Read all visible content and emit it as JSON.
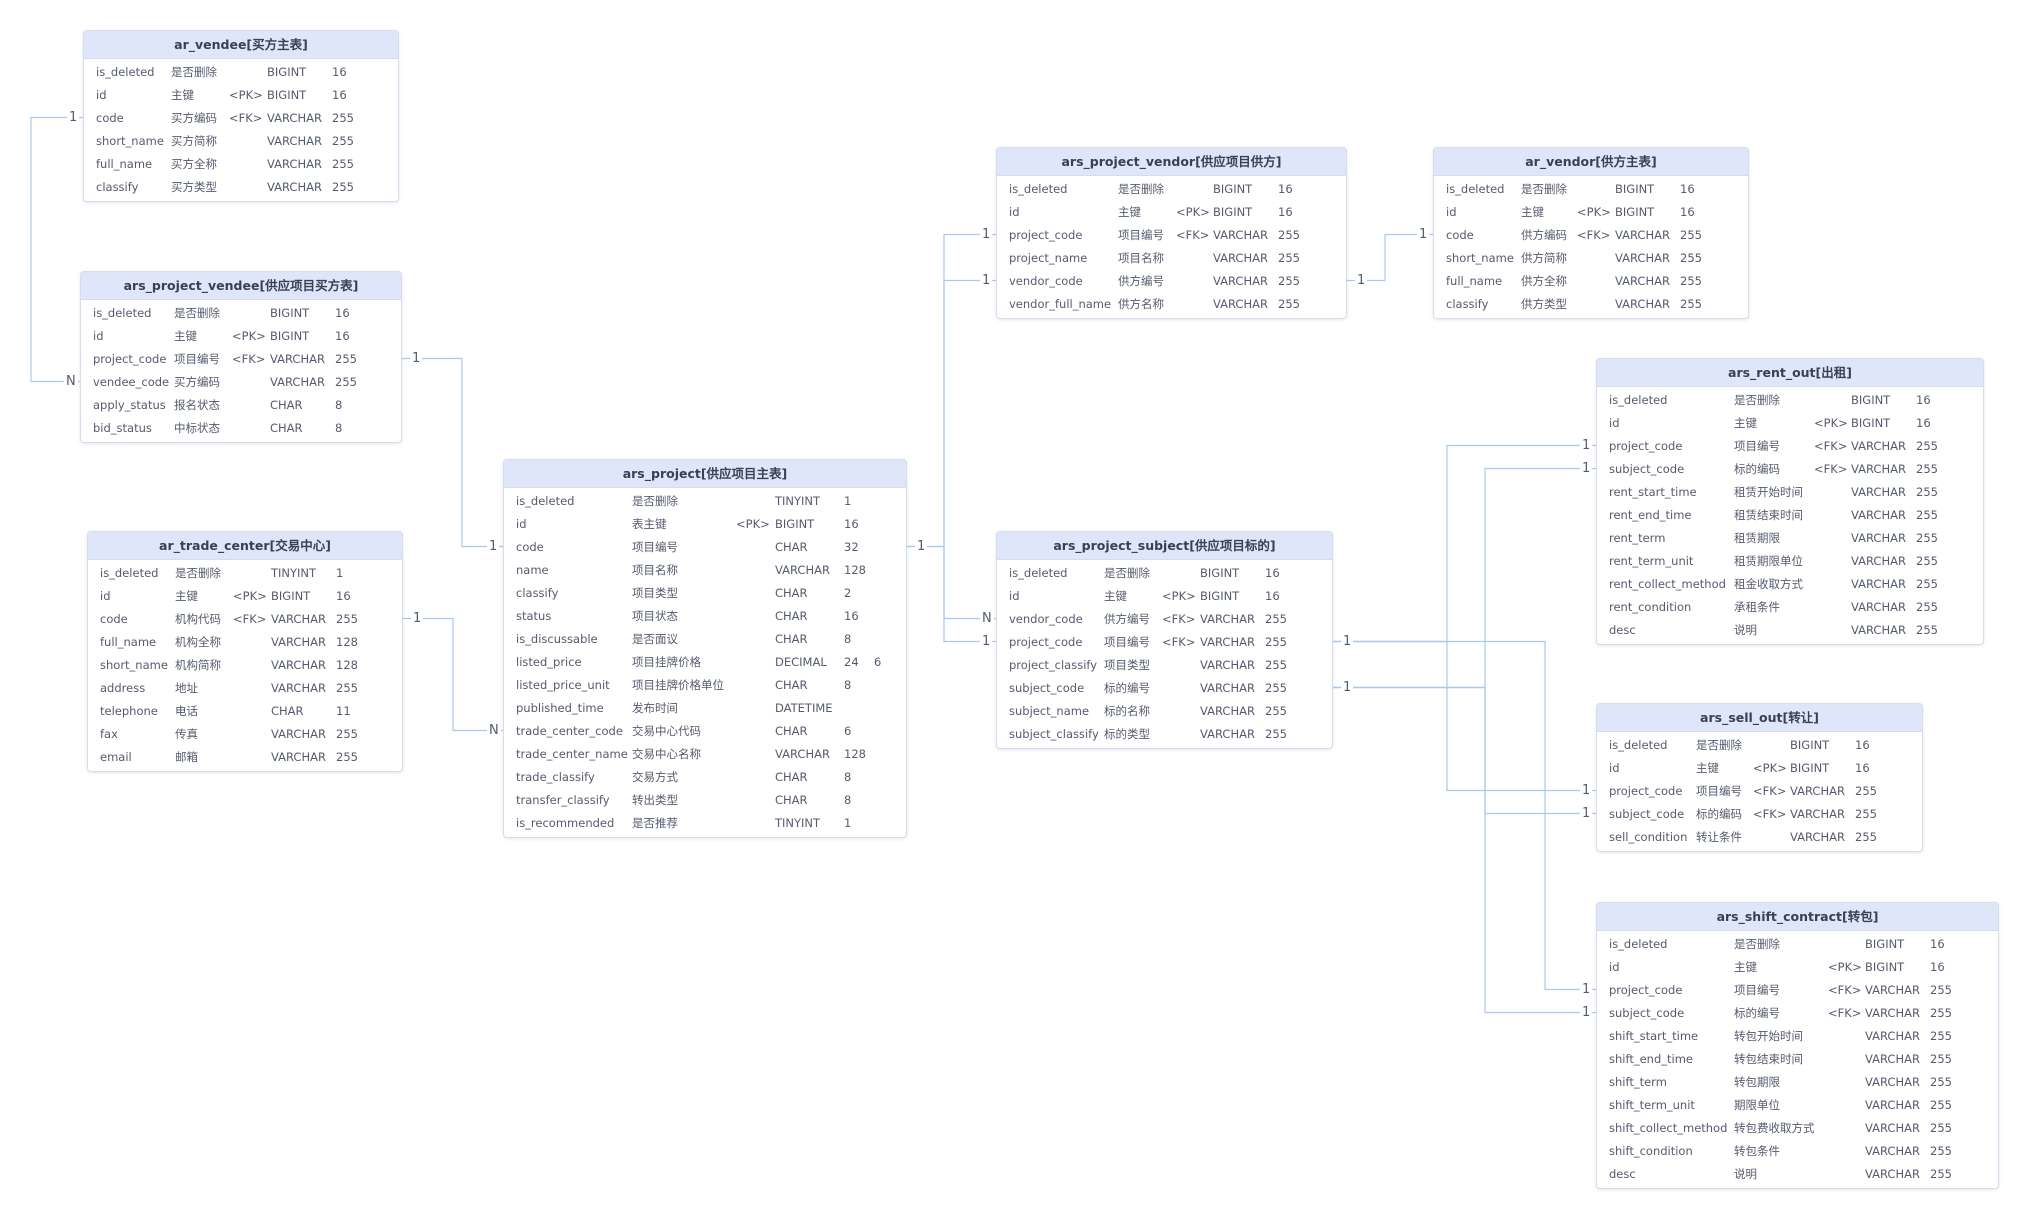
{
  "tables": [
    {
      "id": "ar_vendee",
      "title": "ar_vendee[买方主表]",
      "rows": [
        {
          "name": "is_deleted",
          "comment": "是否删除",
          "key": "",
          "type": "BIGINT",
          "len": "16",
          "scale": ""
        },
        {
          "name": "id",
          "comment": "主键",
          "key": "<PK>",
          "type": "BIGINT",
          "len": "16",
          "scale": ""
        },
        {
          "name": "code",
          "comment": "买方编码",
          "key": "<FK>",
          "type": "VARCHAR",
          "len": "255",
          "scale": ""
        },
        {
          "name": "short_name",
          "comment": "买方简称",
          "key": "",
          "type": "VARCHAR",
          "len": "255",
          "scale": ""
        },
        {
          "name": "full_name",
          "comment": "买方全称",
          "key": "",
          "type": "VARCHAR",
          "len": "255",
          "scale": ""
        },
        {
          "name": "classify",
          "comment": "买方类型",
          "key": "",
          "type": "VARCHAR",
          "len": "255",
          "scale": ""
        }
      ]
    },
    {
      "id": "ars_project_vendee",
      "title": "ars_project_vendee[供应项目买方表]",
      "rows": [
        {
          "name": "is_deleted",
          "comment": "是否删除",
          "key": "",
          "type": "BIGINT",
          "len": "16",
          "scale": ""
        },
        {
          "name": "id",
          "comment": "主键",
          "key": "<PK>",
          "type": "BIGINT",
          "len": "16",
          "scale": ""
        },
        {
          "name": "project_code",
          "comment": "项目编号",
          "key": "<FK>",
          "type": "VARCHAR",
          "len": "255",
          "scale": ""
        },
        {
          "name": "vendee_code",
          "comment": "买方编码",
          "key": "",
          "type": "VARCHAR",
          "len": "255",
          "scale": ""
        },
        {
          "name": "apply_status",
          "comment": "报名状态",
          "key": "",
          "type": "CHAR",
          "len": "8",
          "scale": ""
        },
        {
          "name": "bid_status",
          "comment": "中标状态",
          "key": "",
          "type": "CHAR",
          "len": "8",
          "scale": ""
        }
      ]
    },
    {
      "id": "ar_trade_center",
      "title": "ar_trade_center[交易中心]",
      "rows": [
        {
          "name": "is_deleted",
          "comment": "是否删除",
          "key": "",
          "type": "TINYINT",
          "len": "1",
          "scale": ""
        },
        {
          "name": "id",
          "comment": "主键",
          "key": "<PK>",
          "type": "BIGINT",
          "len": "16",
          "scale": ""
        },
        {
          "name": "code",
          "comment": "机构代码",
          "key": "<FK>",
          "type": "VARCHAR",
          "len": "255",
          "scale": ""
        },
        {
          "name": "full_name",
          "comment": "机构全称",
          "key": "",
          "type": "VARCHAR",
          "len": "128",
          "scale": ""
        },
        {
          "name": "short_name",
          "comment": "机构简称",
          "key": "",
          "type": "VARCHAR",
          "len": "128",
          "scale": ""
        },
        {
          "name": "address",
          "comment": "地址",
          "key": "",
          "type": "VARCHAR",
          "len": "255",
          "scale": ""
        },
        {
          "name": "telephone",
          "comment": "电话",
          "key": "",
          "type": "CHAR",
          "len": "11",
          "scale": ""
        },
        {
          "name": "fax",
          "comment": "传真",
          "key": "",
          "type": "VARCHAR",
          "len": "255",
          "scale": ""
        },
        {
          "name": "email",
          "comment": "邮箱",
          "key": "",
          "type": "VARCHAR",
          "len": "255",
          "scale": ""
        }
      ]
    },
    {
      "id": "ars_project",
      "title": "ars_project[供应项目主表]",
      "rows": [
        {
          "name": "is_deleted",
          "comment": "是否删除",
          "key": "",
          "type": "TINYINT",
          "len": "1",
          "scale": ""
        },
        {
          "name": "id",
          "comment": "表主键",
          "key": "<PK>",
          "type": "BIGINT",
          "len": "16",
          "scale": ""
        },
        {
          "name": "code",
          "comment": "项目编号",
          "key": "",
          "type": "CHAR",
          "len": "32",
          "scale": ""
        },
        {
          "name": "name",
          "comment": "项目名称",
          "key": "",
          "type": "VARCHAR",
          "len": "128",
          "scale": ""
        },
        {
          "name": "classify",
          "comment": "项目类型",
          "key": "",
          "type": "CHAR",
          "len": "2",
          "scale": ""
        },
        {
          "name": "status",
          "comment": "项目状态",
          "key": "",
          "type": "CHAR",
          "len": "16",
          "scale": ""
        },
        {
          "name": "is_discussable",
          "comment": "是否面议",
          "key": "",
          "type": "CHAR",
          "len": "8",
          "scale": ""
        },
        {
          "name": "listed_price",
          "comment": "项目挂牌价格",
          "key": "",
          "type": "DECIMAL",
          "len": "24",
          "scale": "6"
        },
        {
          "name": "listed_price_unit",
          "comment": "项目挂牌价格单位",
          "key": "",
          "type": "CHAR",
          "len": "8",
          "scale": ""
        },
        {
          "name": "published_time",
          "comment": "发布时间",
          "key": "",
          "type": "DATETIME",
          "len": "",
          "scale": ""
        },
        {
          "name": "trade_center_code",
          "comment": "交易中心代码",
          "key": "",
          "type": "CHAR",
          "len": "6",
          "scale": ""
        },
        {
          "name": "trade_center_name",
          "comment": "交易中心名称",
          "key": "",
          "type": "VARCHAR",
          "len": "128",
          "scale": ""
        },
        {
          "name": "trade_classify",
          "comment": "交易方式",
          "key": "",
          "type": "CHAR",
          "len": "8",
          "scale": ""
        },
        {
          "name": "transfer_classify",
          "comment": "转出类型",
          "key": "",
          "type": "CHAR",
          "len": "8",
          "scale": ""
        },
        {
          "name": "is_recommended",
          "comment": "是否推荐",
          "key": "",
          "type": "TINYINT",
          "len": "1",
          "scale": ""
        }
      ]
    },
    {
      "id": "ars_project_vendor",
      "title": "ars_project_vendor[供应项目供方]",
      "rows": [
        {
          "name": "is_deleted",
          "comment": "是否删除",
          "key": "",
          "type": "BIGINT",
          "len": "16",
          "scale": ""
        },
        {
          "name": "id",
          "comment": "主键",
          "key": "<PK>",
          "type": "BIGINT",
          "len": "16",
          "scale": ""
        },
        {
          "name": "project_code",
          "comment": "项目编号",
          "key": "<FK>",
          "type": "VARCHAR",
          "len": "255",
          "scale": ""
        },
        {
          "name": "project_name",
          "comment": "项目名称",
          "key": "",
          "type": "VARCHAR",
          "len": "255",
          "scale": ""
        },
        {
          "name": "vendor_code",
          "comment": "供方编号",
          "key": "",
          "type": "VARCHAR",
          "len": "255",
          "scale": ""
        },
        {
          "name": "vendor_full_name",
          "comment": "供方名称",
          "key": "",
          "type": "VARCHAR",
          "len": "255",
          "scale": ""
        }
      ]
    },
    {
      "id": "ar_vendor",
      "title": "ar_vendor[供方主表]",
      "rows": [
        {
          "name": "is_deleted",
          "comment": "是否删除",
          "key": "",
          "type": "BIGINT",
          "len": "16",
          "scale": ""
        },
        {
          "name": "id",
          "comment": "主键",
          "key": "<PK>",
          "type": "BIGINT",
          "len": "16",
          "scale": ""
        },
        {
          "name": "code",
          "comment": "供方编码",
          "key": "<FK>",
          "type": "VARCHAR",
          "len": "255",
          "scale": ""
        },
        {
          "name": "short_name",
          "comment": "供方简称",
          "key": "",
          "type": "VARCHAR",
          "len": "255",
          "scale": ""
        },
        {
          "name": "full_name",
          "comment": "供方全称",
          "key": "",
          "type": "VARCHAR",
          "len": "255",
          "scale": ""
        },
        {
          "name": "classify",
          "comment": "供方类型",
          "key": "",
          "type": "VARCHAR",
          "len": "255",
          "scale": ""
        }
      ]
    },
    {
      "id": "ars_project_subject",
      "title": "ars_project_subject[供应项目标的]",
      "rows": [
        {
          "name": "is_deleted",
          "comment": "是否删除",
          "key": "",
          "type": "BIGINT",
          "len": "16",
          "scale": ""
        },
        {
          "name": "id",
          "comment": "主键",
          "key": "<PK>",
          "type": "BIGINT",
          "len": "16",
          "scale": ""
        },
        {
          "name": "vendor_code",
          "comment": "供方编号",
          "key": "<FK>",
          "type": "VARCHAR",
          "len": "255",
          "scale": ""
        },
        {
          "name": "project_code",
          "comment": "项目编号",
          "key": "<FK>",
          "type": "VARCHAR",
          "len": "255",
          "scale": ""
        },
        {
          "name": "project_classify",
          "comment": "项目类型",
          "key": "",
          "type": "VARCHAR",
          "len": "255",
          "scale": ""
        },
        {
          "name": "subject_code",
          "comment": "标的编号",
          "key": "",
          "type": "VARCHAR",
          "len": "255",
          "scale": ""
        },
        {
          "name": "subject_name",
          "comment": "标的名称",
          "key": "",
          "type": "VARCHAR",
          "len": "255",
          "scale": ""
        },
        {
          "name": "subject_classify",
          "comment": "标的类型",
          "key": "",
          "type": "VARCHAR",
          "len": "255",
          "scale": ""
        }
      ]
    },
    {
      "id": "ars_rent_out",
      "title": "ars_rent_out[出租]",
      "rows": [
        {
          "name": "is_deleted",
          "comment": "是否删除",
          "key": "",
          "type": "BIGINT",
          "len": "16",
          "scale": ""
        },
        {
          "name": "id",
          "comment": "主键",
          "key": "<PK>",
          "type": "BIGINT",
          "len": "16",
          "scale": ""
        },
        {
          "name": "project_code",
          "comment": "项目编号",
          "key": "<FK>",
          "type": "VARCHAR",
          "len": "255",
          "scale": ""
        },
        {
          "name": "subject_code",
          "comment": "标的编码",
          "key": "<FK>",
          "type": "VARCHAR",
          "len": "255",
          "scale": ""
        },
        {
          "name": "rent_start_time",
          "comment": "租赁开始时间",
          "key": "",
          "type": "VARCHAR",
          "len": "255",
          "scale": ""
        },
        {
          "name": "rent_end_time",
          "comment": "租赁结束时间",
          "key": "",
          "type": "VARCHAR",
          "len": "255",
          "scale": ""
        },
        {
          "name": "rent_term",
          "comment": "租赁期限",
          "key": "",
          "type": "VARCHAR",
          "len": "255",
          "scale": ""
        },
        {
          "name": "rent_term_unit",
          "comment": "租赁期限单位",
          "key": "",
          "type": "VARCHAR",
          "len": "255",
          "scale": ""
        },
        {
          "name": "rent_collect_method",
          "comment": "租金收取方式",
          "key": "",
          "type": "VARCHAR",
          "len": "255",
          "scale": ""
        },
        {
          "name": "rent_condition",
          "comment": "承租条件",
          "key": "",
          "type": "VARCHAR",
          "len": "255",
          "scale": ""
        },
        {
          "name": "desc",
          "comment": "说明",
          "key": "",
          "type": "VARCHAR",
          "len": "255",
          "scale": ""
        }
      ]
    },
    {
      "id": "ars_sell_out",
      "title": "ars_sell_out[转让]",
      "rows": [
        {
          "name": "is_deleted",
          "comment": "是否删除",
          "key": "",
          "type": "BIGINT",
          "len": "16",
          "scale": ""
        },
        {
          "name": "id",
          "comment": "主键",
          "key": "<PK>",
          "type": "BIGINT",
          "len": "16",
          "scale": ""
        },
        {
          "name": "project_code",
          "comment": "项目编号",
          "key": "<FK>",
          "type": "VARCHAR",
          "len": "255",
          "scale": ""
        },
        {
          "name": "subject_code",
          "comment": "标的编码",
          "key": "<FK>",
          "type": "VARCHAR",
          "len": "255",
          "scale": ""
        },
        {
          "name": "sell_condition",
          "comment": "转让条件",
          "key": "",
          "type": "VARCHAR",
          "len": "255",
          "scale": ""
        }
      ]
    },
    {
      "id": "ars_shift_contract",
      "title": "ars_shift_contract[转包]",
      "rows": [
        {
          "name": "is_deleted",
          "comment": "是否删除",
          "key": "",
          "type": "BIGINT",
          "len": "16",
          "scale": ""
        },
        {
          "name": "id",
          "comment": "主键",
          "key": "<PK>",
          "type": "BIGINT",
          "len": "16",
          "scale": ""
        },
        {
          "name": "project_code",
          "comment": "项目编号",
          "key": "<FK>",
          "type": "VARCHAR",
          "len": "255",
          "scale": ""
        },
        {
          "name": "subject_code",
          "comment": "标的编号",
          "key": "<FK>",
          "type": "VARCHAR",
          "len": "255",
          "scale": ""
        },
        {
          "name": "shift_start_time",
          "comment": "转包开始时间",
          "key": "",
          "type": "VARCHAR",
          "len": "255",
          "scale": ""
        },
        {
          "name": "shift_end_time",
          "comment": "转包结束时间",
          "key": "",
          "type": "VARCHAR",
          "len": "255",
          "scale": ""
        },
        {
          "name": "shift_term",
          "comment": "转包期限",
          "key": "",
          "type": "VARCHAR",
          "len": "255",
          "scale": ""
        },
        {
          "name": "shift_term_unit",
          "comment": "期限单位",
          "key": "",
          "type": "VARCHAR",
          "len": "255",
          "scale": ""
        },
        {
          "name": "shift_collect_method",
          "comment": "转包费收取方式",
          "key": "",
          "type": "VARCHAR",
          "len": "255",
          "scale": ""
        },
        {
          "name": "shift_condition",
          "comment": "转包条件",
          "key": "",
          "type": "VARCHAR",
          "len": "255",
          "scale": ""
        },
        {
          "name": "desc",
          "comment": "说明",
          "key": "",
          "type": "VARCHAR",
          "len": "255",
          "scale": ""
        }
      ]
    }
  ],
  "relationships": [
    {
      "id": "vendee-link",
      "from": "ar_vendee.code",
      "to": "ars_project_vendee.vendee_code",
      "from_card": "1",
      "to_card": "N"
    },
    {
      "id": "project-vendee-link",
      "from": "ars_project_vendee.project_code",
      "to": "ars_project.code",
      "from_card": "1",
      "to_card": "1"
    },
    {
      "id": "trade-center-link",
      "from": "ar_trade_center.code",
      "to": "ars_project.trade_center_code",
      "from_card": "1",
      "to_card": "N"
    },
    {
      "id": "project-vendor-link",
      "from": "ars_project.code",
      "to": "ars_project_vendor.project_code",
      "from_card": "1",
      "to_card": "1"
    },
    {
      "id": "project-subject-link",
      "from": "ars_project.code",
      "to": "ars_project_subject.project_code",
      "from_card": "1",
      "to_card": "1"
    },
    {
      "id": "vendor-subject-link",
      "from": "ars_project_vendor.vendor_code",
      "to": "ars_project_subject.vendor_code",
      "from_card": "1",
      "to_card": "N"
    },
    {
      "id": "vendor-master-link",
      "from": "ars_project_vendor.vendor_code",
      "to": "ar_vendor.code",
      "from_card": "1",
      "to_card": "1"
    },
    {
      "id": "rent-project-link",
      "from": "ars_project_subject.project_code",
      "to": "ars_rent_out.project_code",
      "from_card": "1",
      "to_card": "1"
    },
    {
      "id": "rent-subject-link",
      "from": "ars_project_subject.subject_code",
      "to": "ars_rent_out.subject_code",
      "from_card": "1",
      "to_card": "1"
    },
    {
      "id": "sell-project-link",
      "from": "ars_project_subject.project_code",
      "to": "ars_sell_out.project_code",
      "from_card": "1",
      "to_card": "1"
    },
    {
      "id": "sell-subject-link",
      "from": "ars_project_subject.subject_code",
      "to": "ars_sell_out.subject_code",
      "from_card": "1",
      "to_card": "1"
    },
    {
      "id": "shift-project-link",
      "from": "ars_project_subject.project_code",
      "to": "ars_shift_contract.project_code",
      "from_card": "1",
      "to_card": "1"
    },
    {
      "id": "shift-subject-link",
      "from": "ars_project_subject.subject_code",
      "to": "ars_shift_contract.subject_code",
      "from_card": "1",
      "to_card": "1"
    }
  ],
  "colors": {
    "header_bg": "#dfe6fa",
    "border": "#d6dcea",
    "link_line": "#a9c9ee",
    "text": "#555b6e",
    "title_text": "#3a3f52"
  }
}
